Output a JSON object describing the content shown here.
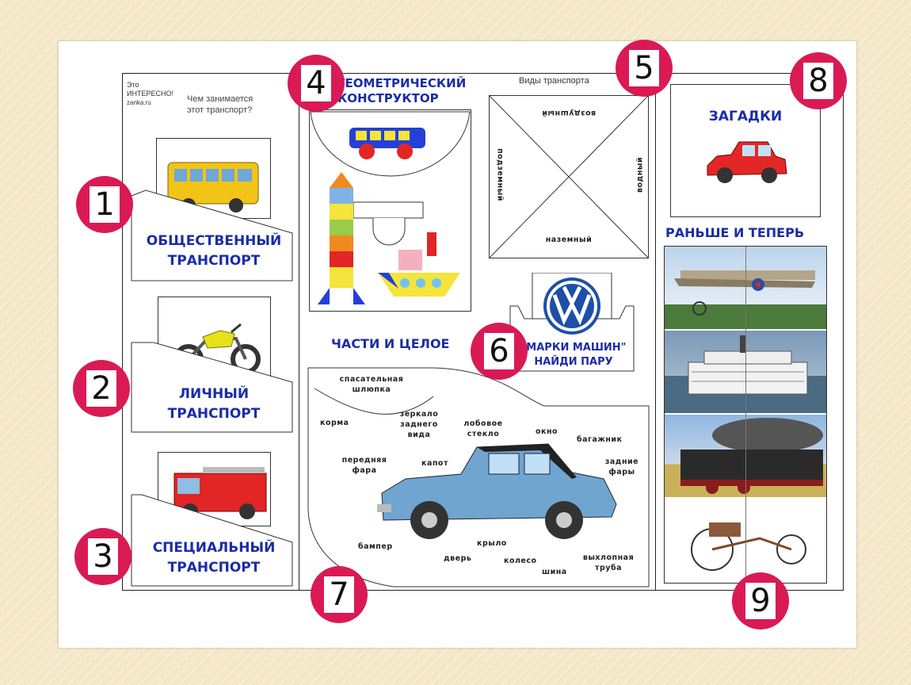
{
  "header": {
    "logo_line1": "Это",
    "logo_line2": "ИНТЕРЕСНО!",
    "logo_line3": "zanka.ru",
    "question_line1": "Чем занимается",
    "question_line2": "этот транспорт?"
  },
  "badges": [
    "1",
    "2",
    "3",
    "4",
    "5",
    "6",
    "7",
    "8",
    "9"
  ],
  "pockets": {
    "public": "ОБЩЕСТВЕННЫЙ ТРАНСПОРТ",
    "personal": "ЛИЧНЫЙ ТРАНСПОРТ",
    "special": "СПЕЦИАЛЬНЫЙ ТРАНСПОРТ"
  },
  "geometric": {
    "title_line1": "ГЕОМЕТРИЧЕСКИЙ",
    "title_line2": "КОНСТРУКТОР"
  },
  "types": {
    "title": "Виды транспорта",
    "air": "воздушный",
    "water": "водный",
    "ground": "наземный",
    "underground": "подземный"
  },
  "brands": {
    "title_line1": "\"МАРКИ МАШИН\"",
    "title_line2": "НАЙДИ ПАРУ"
  },
  "parts": {
    "title": "ЧАСТИ И ЦЕЛОЕ",
    "labels": [
      "спасательная шлюпка",
      "корма",
      "зеркало заднего вида",
      "лобовое стекло",
      "окно",
      "багажник",
      "задние фары",
      "передняя фара",
      "капот",
      "бампер",
      "дверь",
      "крыло",
      "колесо",
      "шина",
      "выхлопная труба"
    ]
  },
  "riddles": {
    "title": "ЗАГАДКИ"
  },
  "past_present": {
    "title": "РАНЬШЕ И ТЕПЕРЬ"
  },
  "colors": {
    "badge": "#d91a55",
    "title_blue": "#1a2ca8"
  }
}
